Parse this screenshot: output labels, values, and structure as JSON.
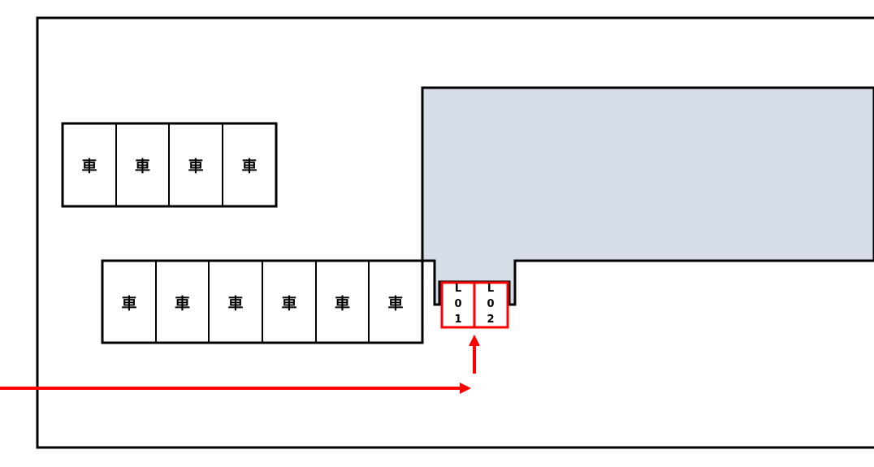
{
  "parking": {
    "row1": [
      "車",
      "車",
      "車",
      "車"
    ],
    "row2": [
      "車",
      "車",
      "車",
      "車",
      "車",
      "車"
    ],
    "highlighted_slots": [
      {
        "chars": [
          "L",
          "0",
          "1"
        ]
      },
      {
        "chars": [
          "L",
          "0",
          "2"
        ]
      }
    ]
  },
  "colors": {
    "building": "#d6dde6",
    "highlight": "#ff0000",
    "outline": "#000000"
  }
}
